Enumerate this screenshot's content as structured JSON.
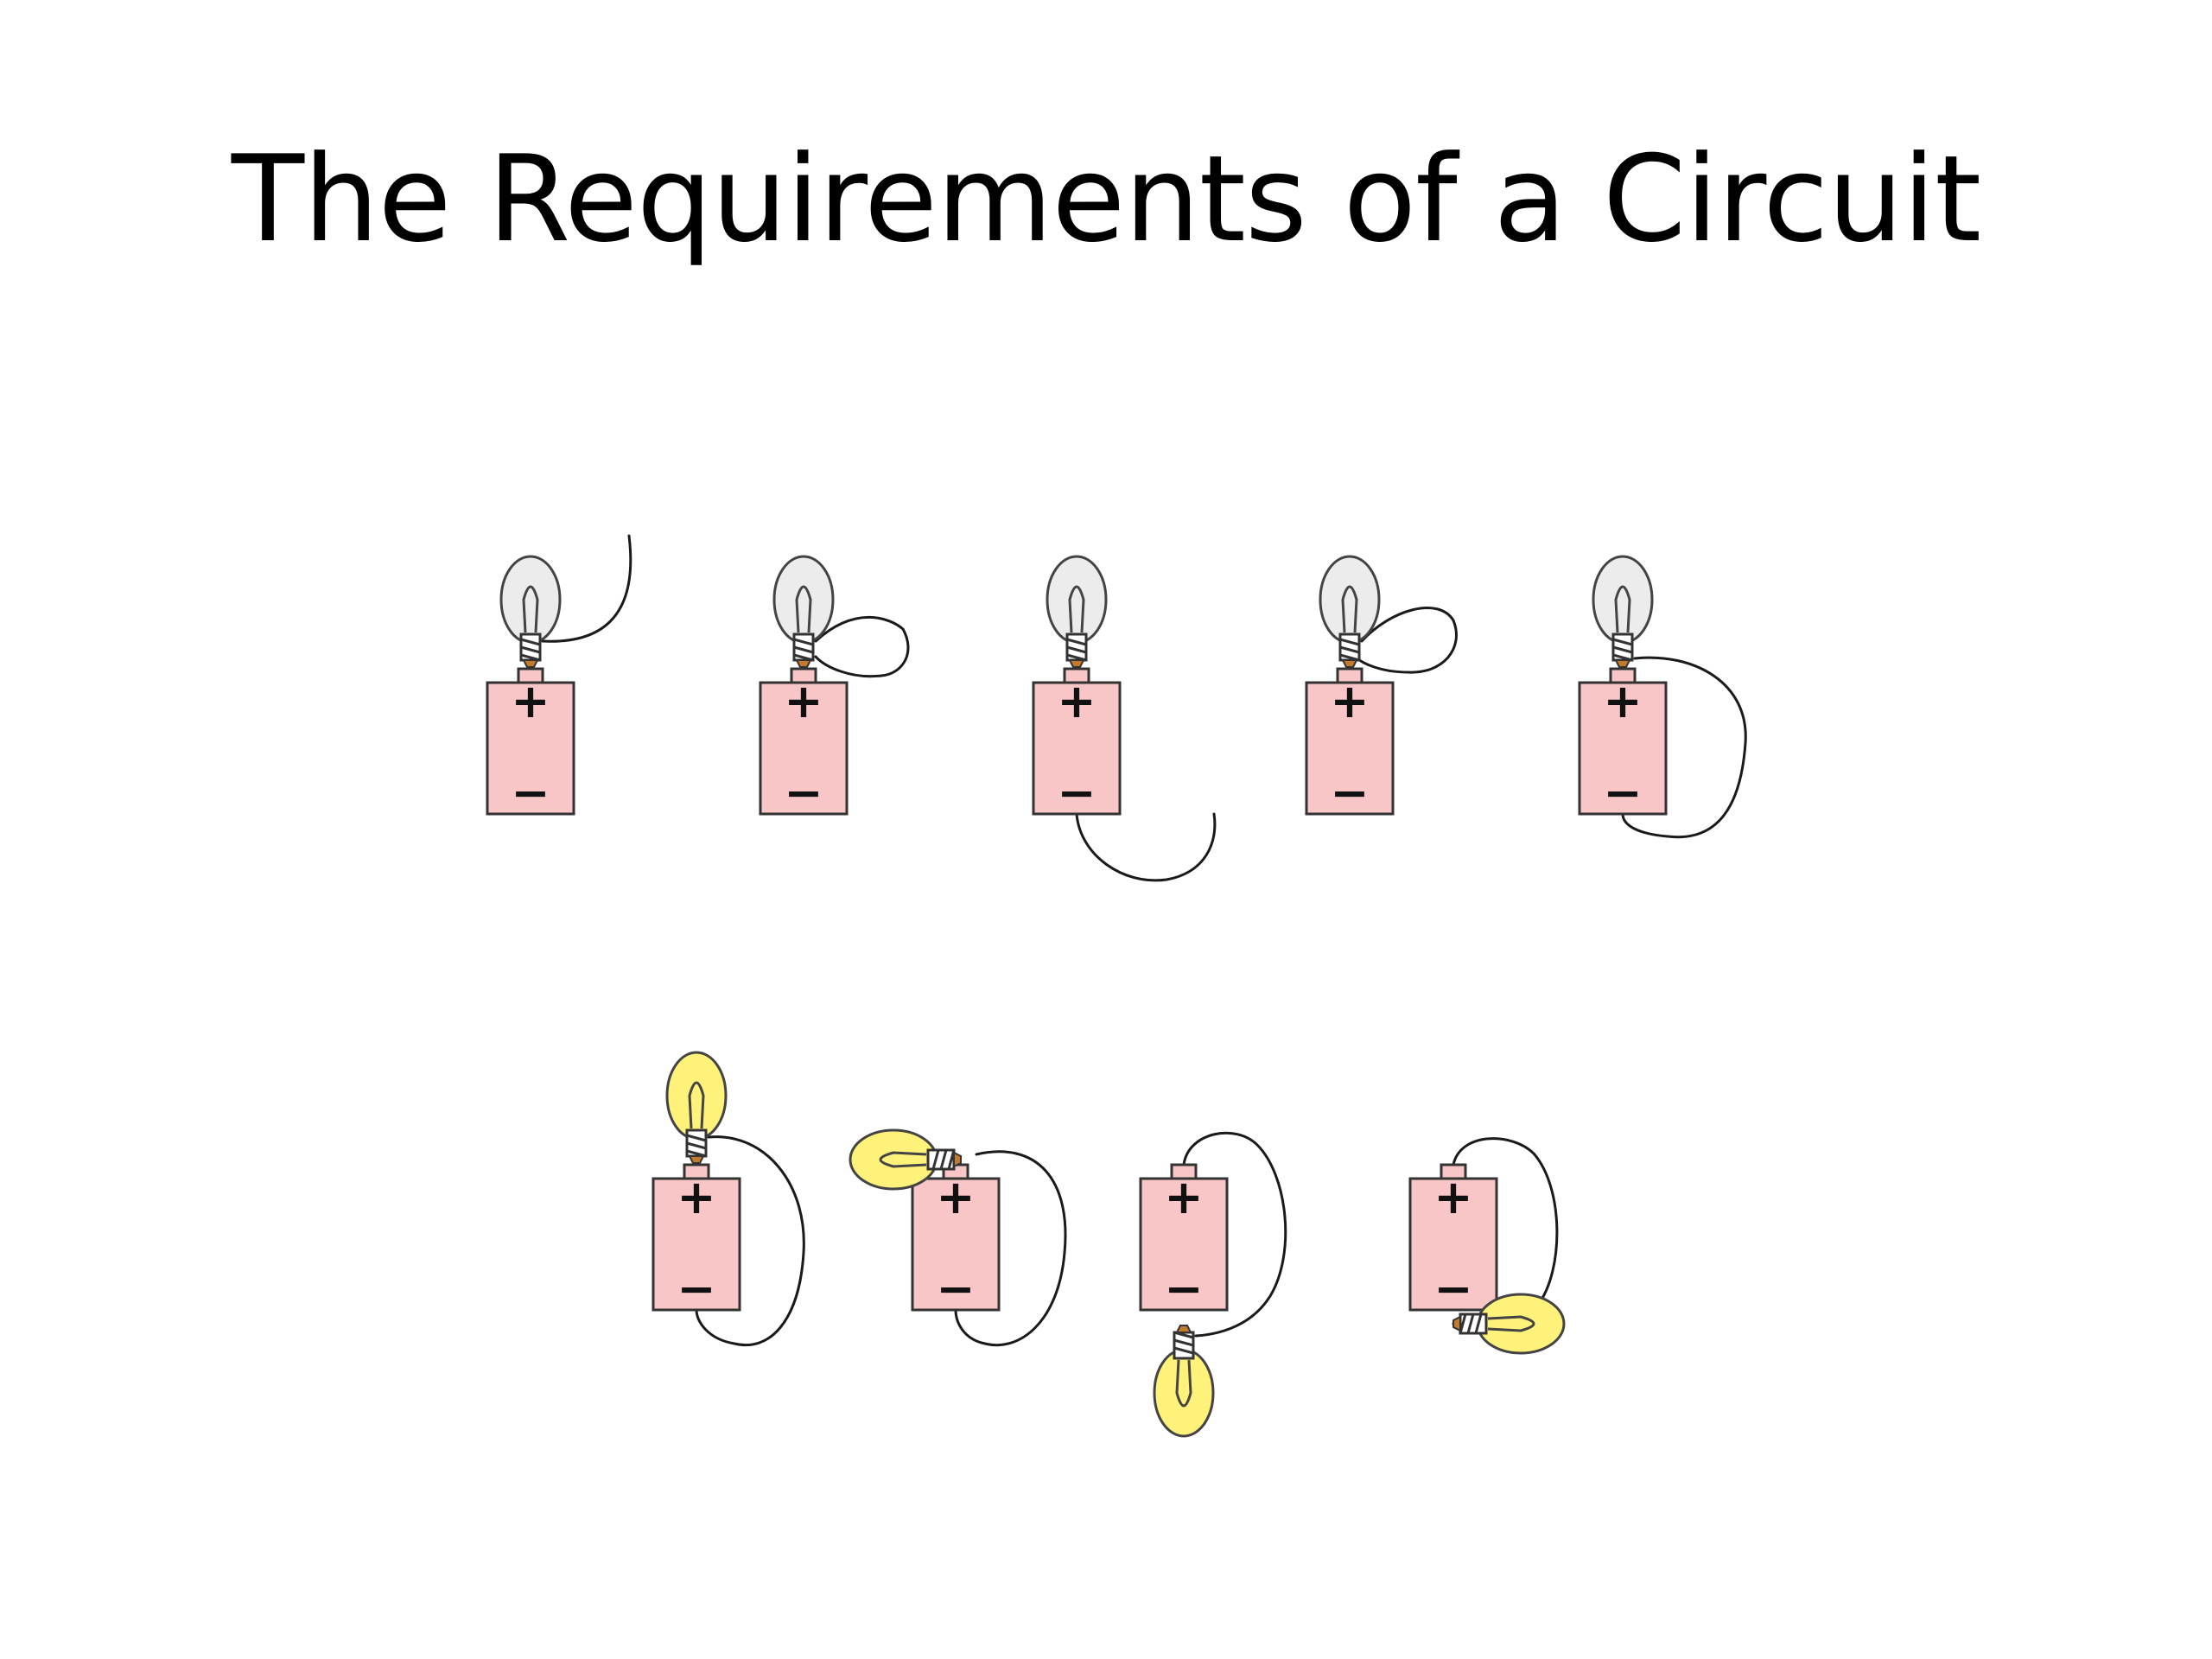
{
  "slide": {
    "title": "The Requirements of a Circuit"
  },
  "symbols": {
    "positive": "+",
    "negative": "−"
  },
  "colors": {
    "battery_fill": "#f8c6c6",
    "bulb_off": "#ececec",
    "bulb_lit": "#fff27a",
    "wire": "#1a1a1a"
  },
  "circuits": [
    {
      "bulb_state": "off"
    },
    {
      "bulb_state": "off"
    },
    {
      "bulb_state": "off"
    },
    {
      "bulb_state": "off"
    },
    {
      "bulb_state": "off"
    },
    {
      "bulb_state": "lit"
    },
    {
      "bulb_state": "lit"
    },
    {
      "bulb_state": "lit"
    },
    {
      "bulb_state": "lit"
    }
  ]
}
